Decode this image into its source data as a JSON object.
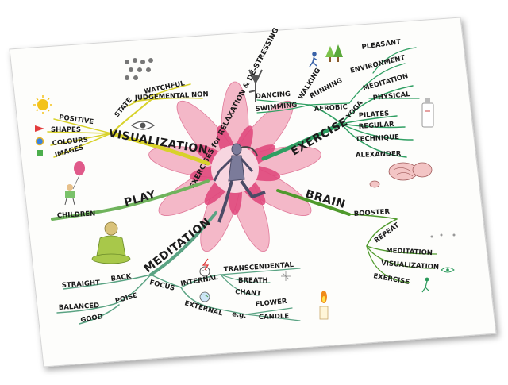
{
  "mindmap": {
    "center": "EXERCISES for RELAXATION & DE-STRESSING",
    "visualization": {
      "label": "VISUALIZATION",
      "state": "STATE",
      "watchful": "WATCHFUL",
      "judgemental_non": "JUDGEMENTAL NON",
      "positive": "POSITIVE",
      "shapes": "SHAPES",
      "colours": "COLOURS",
      "images": "IMAGES"
    },
    "play": {
      "label": "PLAY",
      "children": "CHILDREN"
    },
    "meditation": {
      "label": "MEDITATION",
      "straight": "STRAIGHT",
      "back": "BACK",
      "balanced": "BALANCED",
      "poise": "POISE",
      "good": "GOOD",
      "focus": "FOCUS",
      "internal": "INTERNAL",
      "transcendental": "TRANSCENDENTAL",
      "breath": "BREATH",
      "chant": "CHANT",
      "external": "EXTERNAL",
      "eg": "e.g.",
      "flower": "FLOWER",
      "candle": "CANDLE"
    },
    "exercise": {
      "label": "EXERCISE",
      "dancing": "DANCING",
      "swimming": "SWIMMING",
      "walking": "WALKING",
      "running": "RUNNING",
      "aerobic": "AEROBIC",
      "environment": "ENVIRONMENT",
      "pleasant": "PLEASANT",
      "yoga": "YOGA",
      "meditation": "MEDITATION",
      "physical": "PHYSICAL",
      "pilates": "PILATES",
      "regular": "REGULAR",
      "technique": "TECHNIQUE",
      "alexander": "ALEXANDER"
    },
    "brain": {
      "label": "BRAIN",
      "booster": "BOOSTER",
      "repeat": "REPEAT",
      "meditation": "MEDITATION",
      "visualization": "VISUALIZATION",
      "exercise": "EXERCISE"
    }
  },
  "colors": {
    "visualization": "#d8d22a",
    "play": "#6fb35c",
    "meditation": "#5aa383",
    "exercise": "#2f9f62",
    "brain": "#4f9a2c",
    "lotus_outer": "#f4b8c8",
    "lotus_inner": "#e0447a",
    "eye": "#888888"
  },
  "icons": [
    "sun-icon",
    "flag-icon",
    "ball-icon",
    "eye-icon",
    "balloon-child-icon",
    "buddha-icon",
    "yoga-pose-icon",
    "trees-icon",
    "runner-icon",
    "brain-icon",
    "candle-icon",
    "flower-icon",
    "face-icon"
  ]
}
